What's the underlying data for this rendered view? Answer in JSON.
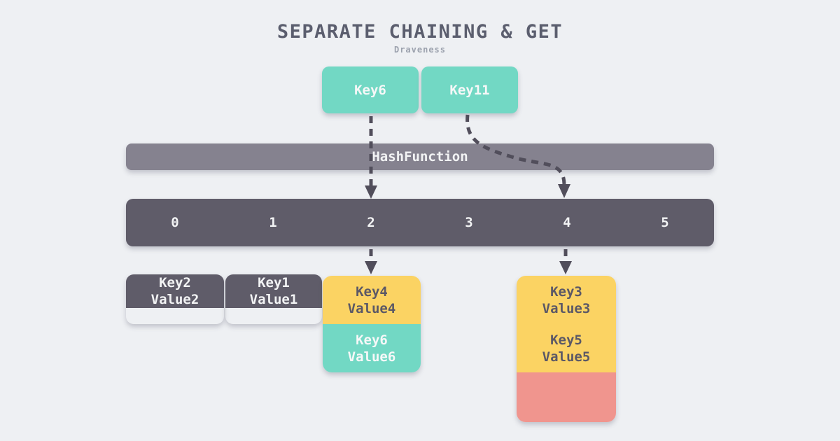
{
  "title": "SEPARATE CHAINING & GET",
  "subtitle": "Draveness",
  "input_keys": [
    {
      "label": "Key6"
    },
    {
      "label": "Key11"
    }
  ],
  "hash_function": {
    "label": "HashFunction"
  },
  "slots": [
    "0",
    "1",
    "2",
    "3",
    "4",
    "5"
  ],
  "buckets": [
    {
      "slot": "0",
      "entries": [
        {
          "key": "Key2",
          "value": "Value2",
          "variant": "slate"
        }
      ]
    },
    {
      "slot": "1",
      "entries": [
        {
          "key": "Key1",
          "value": "Value1",
          "variant": "slate"
        }
      ]
    },
    {
      "slot": "2",
      "entries": [
        {
          "key": "Key4",
          "value": "Value4",
          "variant": "yellow"
        },
        {
          "key": "Key6",
          "value": "Value6",
          "variant": "teal"
        }
      ]
    },
    {
      "slot": "4",
      "entries": [
        {
          "key": "Key3",
          "value": "Value3",
          "variant": "yellow"
        },
        {
          "key": "Key5",
          "value": "Value5",
          "variant": "yellow"
        },
        {
          "key": "",
          "value": "",
          "variant": "pink"
        }
      ]
    }
  ],
  "colors": {
    "background": "#eef0f3",
    "teal": "#72d8c4",
    "yellow": "#fbd363",
    "pink": "#f0958e",
    "slate_dark": "#5f5c69",
    "slate_medium": "#85828f",
    "arrow": "#514e5b",
    "title_text": "#5b5e6e",
    "subtitle_text": "#9ba1ad",
    "light_text": "#f7f8f8",
    "dark_text": "#5b5866"
  }
}
